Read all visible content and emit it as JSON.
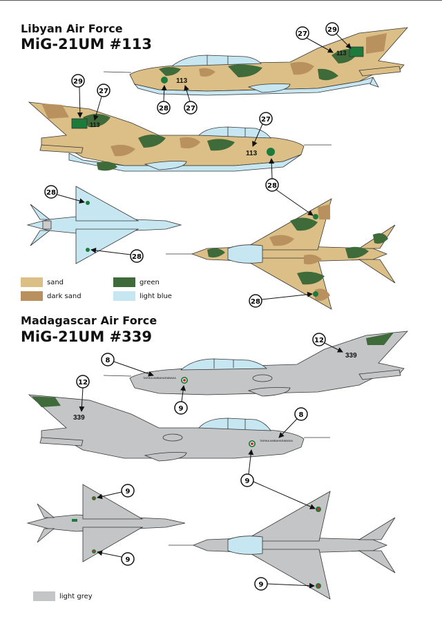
{
  "libya": {
    "title_line1": "Libyan Air Force",
    "title_line2": "MiG-21UM #113",
    "serial": "113",
    "callouts": [
      "27",
      "29",
      "28"
    ]
  },
  "madagascar": {
    "title_line1": "Madagascar Air Force",
    "title_line2": "MiG-21UM #339",
    "serial": "339",
    "name_text": "TARIKA AMBAHARABAKA",
    "callouts": [
      "8",
      "9",
      "12"
    ]
  },
  "legend": {
    "sand": {
      "label": "sand",
      "color": "#dcbf86"
    },
    "dark_sand": {
      "label": "dark sand",
      "color": "#b8915f"
    },
    "green": {
      "label": "green",
      "color": "#3f6a3a"
    },
    "light_blue": {
      "label": "light blue",
      "color": "#c6e6f2"
    },
    "light_grey": {
      "label": "light grey",
      "color": "#c4c5c6"
    }
  },
  "colors": {
    "roundel_green": "#1c7a3a",
    "roundel_red": "#c8302c",
    "outline": "#333333"
  }
}
